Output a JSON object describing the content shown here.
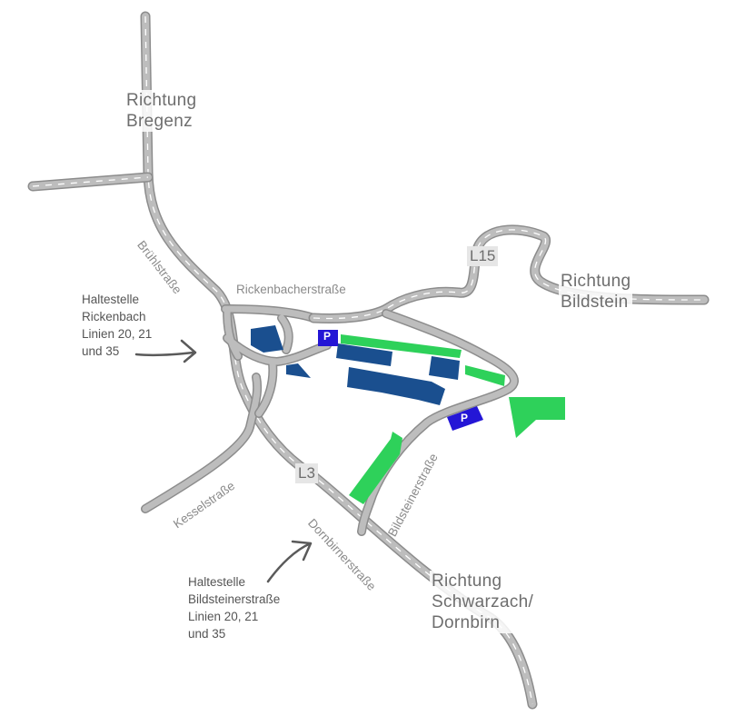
{
  "directions": {
    "bregenz": [
      "Richtung",
      "Bregenz"
    ],
    "bildstein": [
      "Richtung",
      "Bildstein"
    ],
    "schwarzach": [
      "Richtung",
      "Schwarzach/",
      "Dornbirn"
    ]
  },
  "streets": {
    "bruehl": "Brühlstraße",
    "rickenbacher": "Rickenbacherstraße",
    "kessel": "Kesselstraße",
    "dornbirner": "Dornbirnerstraße",
    "bildsteiner": "Bildsteinerstraße"
  },
  "road_numbers": {
    "l15": "L15",
    "l3": "L3"
  },
  "bus_stops": {
    "rickenbach": [
      "Haltestelle",
      "Rickenbach",
      "Linien 20, 21",
      "und 35"
    ],
    "bildsteinerstrasse": [
      "Haltestelle",
      "Bildsteinerstraße",
      "Linien 20, 21",
      "und 35"
    ]
  },
  "parking": {
    "label": "P"
  },
  "colors": {
    "building": "#1a4f8f",
    "green_area": "#2ed15a",
    "parking": "#2416d6",
    "road": "#bdbdbd",
    "road_edge": "#8c8c8c",
    "text": "#6e6e6e"
  }
}
